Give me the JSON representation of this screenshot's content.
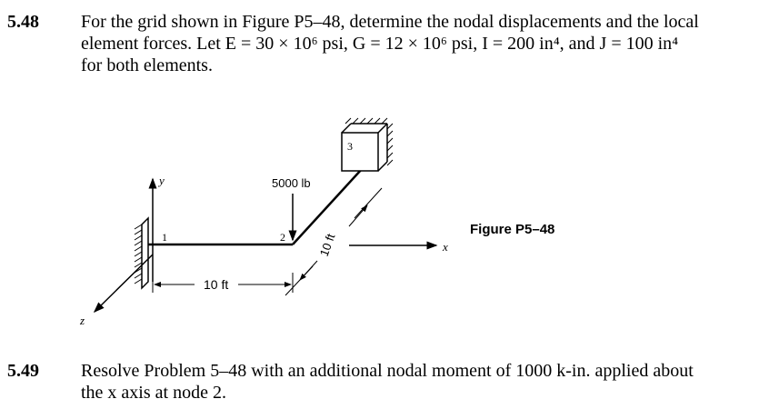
{
  "problem_548": {
    "number": "5.48",
    "line1": "For the grid shown in Figure P5–48, determine the nodal displacements and the local",
    "line2": "element forces. Let E = 30 × 10⁶ psi, G = 12 × 10⁶ psi, I = 200 in⁴, and J = 100 in⁴",
    "line3": "for both elements."
  },
  "figure": {
    "caption": "Figure P5–48",
    "load_label": "5000 lb",
    "dim_horizontal": "10 ft",
    "dim_diagonal": "10 ft",
    "node_1": "1",
    "node_2": "2",
    "node_3": "3",
    "axis_x": "x",
    "axis_y": "y",
    "axis_z": "z"
  },
  "problem_549": {
    "number": "5.49",
    "line1": "Resolve Problem 5–48 with an additional nodal moment of 1000 k-in. applied about",
    "line2": "the x axis at node 2."
  }
}
